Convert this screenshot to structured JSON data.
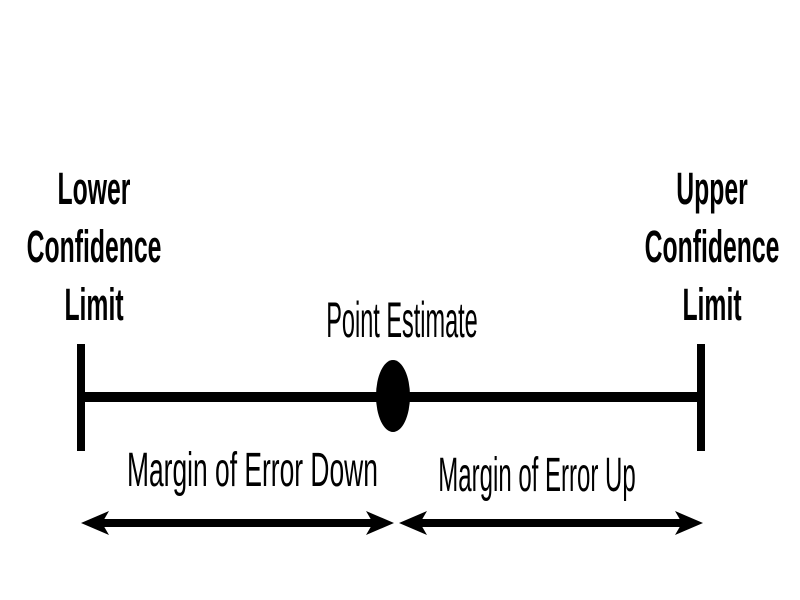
{
  "diagram": {
    "background_color": "#ffffff",
    "foreground_color": "#000000",
    "labels": {
      "lower_limit": "Lower\nConfidence\nLimit",
      "upper_limit": "Upper\nConfidence\nLimit",
      "point_estimate": "Point Estimate",
      "margin_down": "Margin of Error Down",
      "margin_up": "Margin of Error Up"
    }
  }
}
